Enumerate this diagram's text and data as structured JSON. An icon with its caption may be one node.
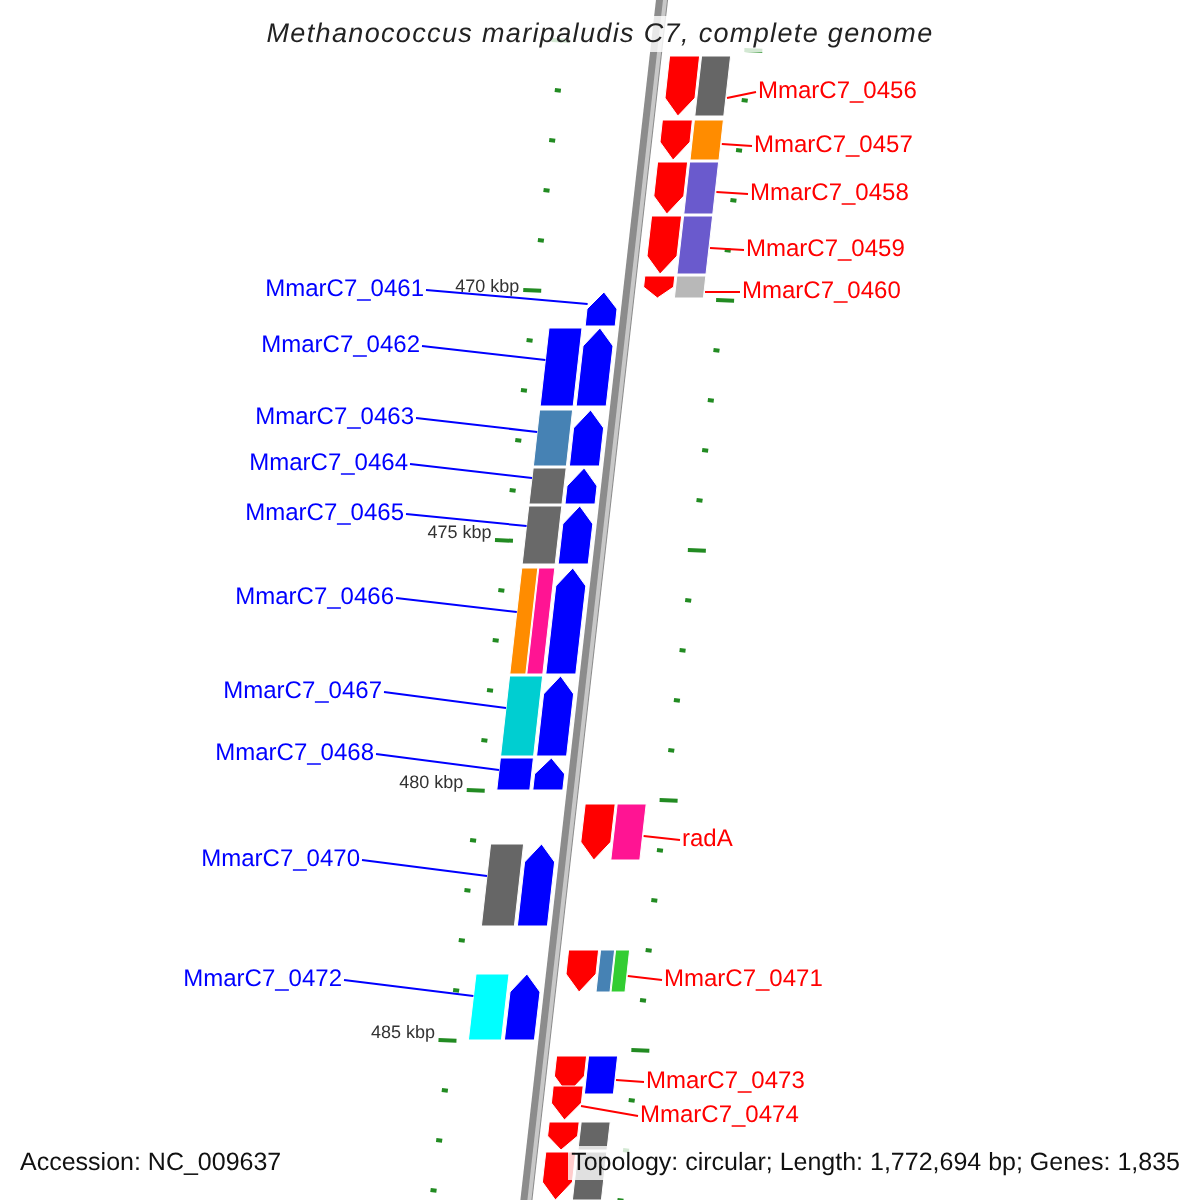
{
  "diagram": {
    "title": "Methanococcus maripaludis C7, complete genome",
    "nodes": [
      {
        "text": [
          "MmarC7_0456"
        ]
      },
      {
        "text": [],
        "shape": "arrow"
      },
      {
        "text": [
          "MmarC7_0457"
        ]
      },
      {
        "text": [],
        "shape": "arrow"
      },
      {
        "text": [
          "MmarC7_0458"
        ]
      },
      {
        "text": [],
        "shape": "arrow"
      },
      {
        "text": [
          "MmarC7_0459"
        ]
      },
      {
        "text": [],
        "shape": "arrow"
      },
      {
        "text": [
          "MmarC7_0461"
        ]
      },
      {
        "text": [],
        "shape": "arrow"
      },
      {
        "text": [
          "MmarC7_0460"
        ]
      },
      {
        "text": [],
        "shape": "arrow"
      },
      {
        "text": [
          "MmarC7_0462"
        ]
      },
      {
        "text": [],
        "shape": "arrow"
      },
      {
        "text": [
          "MmarC7_0463"
        ]
      },
      {
        "text": [],
        "shape": "arrow"
      },
      {
        "text": [
          "MmarC7_0464"
        ]
      },
      {
        "text": [],
        "shape": "arrow"
      },
      {
        "text": [
          "MmarC7_0465"
        ]
      },
      {
        "text": [],
        "shape": "arrow"
      },
      {
        "text": [
          "MmarC7_0466"
        ]
      },
      {
        "text": [],
        "shape": "arrow"
      },
      {
        "text": [
          "MmarC7_0467"
        ]
      },
      {
        "text": [],
        "shape": "arrow"
      },
      {
        "text": [
          "MmarC7_0468"
        ]
      },
      {
        "text": [],
        "shape": "arrow"
      },
      {
        "text": [
          "radA"
        ]
      },
      {
        "text": [],
        "shape": "arrow"
      },
      {
        "text": [
          "MmarC7_0470"
        ]
      },
      {
        "text": [],
        "shape": "arrow"
      },
      {
        "text": [
          "MmarC7_0471"
        ]
      },
      {
        "text": [],
        "shape": "arrow"
      },
      {
        "text": [
          "MmarC7_0472"
        ]
      },
      {
        "text": [],
        "shape": "arrow"
      },
      {
        "text": [
          "MmarC7_0473"
        ]
      },
      {
        "text": [],
        "shape": "arrow"
      },
      {
        "text": [
          "MmarC7_0474"
        ]
      },
      {
        "text": [],
        "shape": "arrow"
      },
      {
        "text": [],
        "shape": "arrow"
      },
      {
        "text": [],
        "shape": "arrow"
      }
    ],
    "edges": [
      {
        "from": 0,
        "to": 1,
        "arrow": "none",
        "color": "#ff0000"
      },
      {
        "from": 2,
        "to": 3,
        "arrow": "none",
        "color": "#ff0000"
      },
      {
        "from": 4,
        "to": 5,
        "arrow": "none",
        "color": "#ff0000"
      },
      {
        "from": 6,
        "to": 7,
        "arrow": "none",
        "color": "#ff0000"
      },
      {
        "from": 8,
        "to": 9,
        "arrow": "none"
      },
      {
        "from": 10,
        "to": 11,
        "arrow": "none",
        "color": "#ff0000"
      },
      {
        "from": 12,
        "to": 13,
        "arrow": "none"
      },
      {
        "from": 14,
        "to": 15,
        "arrow": "none"
      },
      {
        "from": 16,
        "to": 17,
        "arrow": "none"
      },
      {
        "from": 18,
        "to": 19,
        "arrow": "none"
      },
      {
        "from": 20,
        "to": 21,
        "arrow": "none"
      },
      {
        "from": 22,
        "to": 23,
        "arrow": "none"
      },
      {
        "from": 24,
        "to": 25,
        "arrow": "none"
      },
      {
        "from": 26,
        "to": 27,
        "arrow": "none",
        "color": "#ff0000"
      },
      {
        "from": 28,
        "to": 29,
        "arrow": "none"
      },
      {
        "from": 30,
        "to": 31,
        "arrow": "none",
        "color": "#ff0000"
      },
      {
        "from": 32,
        "to": 33,
        "arrow": "none"
      },
      {
        "from": 34,
        "to": 35,
        "arrow": "none",
        "color": "#ff0000"
      },
      {
        "from": 36,
        "to": 37,
        "arrow": "none",
        "color": "#ff0000"
      }
    ],
    "labels": [
      "470 kbp",
      "475 kbp",
      "480 kbp",
      "485 kbp",
      "Accession: NC_009637",
      "Topology: circular; Length: 1,772,694 bp; Genes: 1,835"
    ]
  }
}
